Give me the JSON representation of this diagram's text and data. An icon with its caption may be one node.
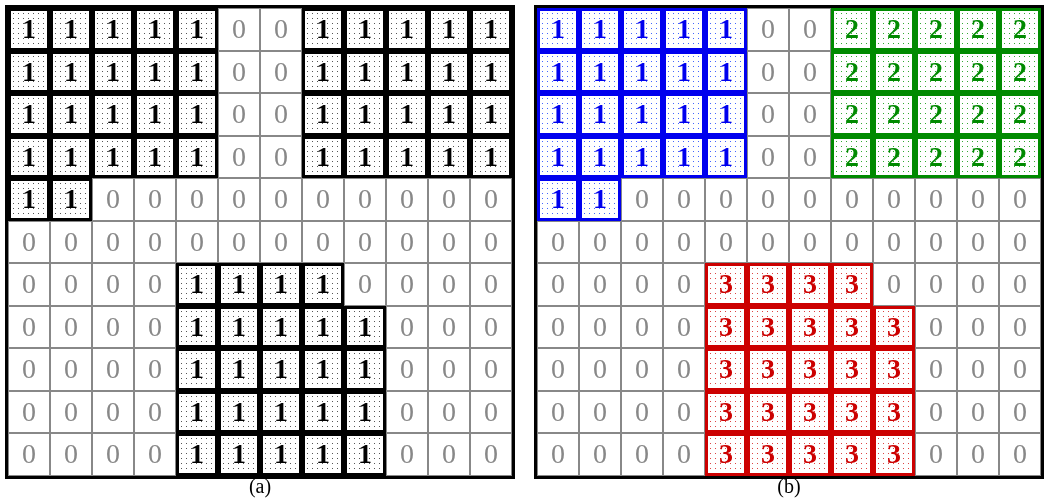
{
  "diagram": {
    "labels": [
      "1",
      "1",
      "1",
      "1",
      "1",
      "0",
      "0",
      "1",
      "1",
      "1",
      "1",
      "1",
      "1",
      "1",
      "1",
      "1",
      "1",
      "0",
      "0",
      "1",
      "1",
      "1",
      "1",
      "1",
      "1",
      "1",
      "1",
      "1",
      "1",
      "0",
      "0",
      "1",
      "1",
      "1",
      "1",
      "1",
      "1",
      "1",
      "1",
      "1",
      "1",
      "0",
      "0",
      "1",
      "1",
      "1",
      "1",
      "1",
      "1",
      "1",
      "0",
      "0",
      "0",
      "0",
      "0",
      "0",
      "0",
      "0",
      "0",
      "0",
      "0",
      "0",
      "0",
      "0",
      "0",
      "0",
      "0",
      "0",
      "0",
      "0",
      "0",
      "0",
      "0",
      "0",
      "0",
      "0",
      "1",
      "1",
      "1",
      "1",
      "0",
      "0",
      "0",
      "0",
      "0",
      "0",
      "0",
      "0",
      "1",
      "1",
      "1",
      "1",
      "1",
      "0",
      "0",
      "0",
      "0",
      "0",
      "0",
      "0",
      "1",
      "1",
      "1",
      "1",
      "1",
      "0",
      "0",
      "0",
      "0",
      "0",
      "0",
      "0",
      "1",
      "1",
      "1",
      "1",
      "1",
      "0",
      "0",
      "0",
      "0",
      "0",
      "0",
      "0",
      "1",
      "1",
      "1",
      "1",
      "1",
      "0",
      "0",
      "0",
      "(a)",
      "1",
      "1",
      "1",
      "1",
      "1",
      "0",
      "0",
      "2",
      "2",
      "2",
      "2",
      "2",
      "1",
      "1",
      "1",
      "1",
      "1",
      "0",
      "0",
      "2",
      "2",
      "2",
      "2",
      "2",
      "1",
      "1",
      "1",
      "1",
      "1",
      "0",
      "0",
      "2",
      "2",
      "2",
      "2",
      "2",
      "1",
      "1",
      "1",
      "1",
      "1",
      "0",
      "0",
      "2",
      "2",
      "2",
      "2",
      "2",
      "1",
      "1",
      "0",
      "0",
      "0",
      "0",
      "0",
      "0",
      "0",
      "0",
      "0",
      "0",
      "0",
      "0",
      "0",
      "0",
      "0",
      "0",
      "0",
      "0",
      "0",
      "0",
      "0",
      "0",
      "0",
      "0",
      "0",
      "0",
      "3",
      "3",
      "3",
      "3",
      "0",
      "0",
      "0",
      "0",
      "0",
      "0",
      "0",
      "0",
      "3",
      "3",
      "3",
      "3",
      "3",
      "0",
      "0",
      "0",
      "0",
      "0",
      "0",
      "0",
      "3",
      "3",
      "3",
      "3",
      "3",
      "0",
      "0",
      "0",
      "0",
      "0",
      "0",
      "0",
      "3",
      "3",
      "3",
      "3",
      "3",
      "0",
      "0",
      "0",
      "0",
      "0",
      "0",
      "0",
      "3",
      "3",
      "3",
      "3",
      "3",
      "0",
      "0",
      "0",
      "(b)"
    ]
  }
}
